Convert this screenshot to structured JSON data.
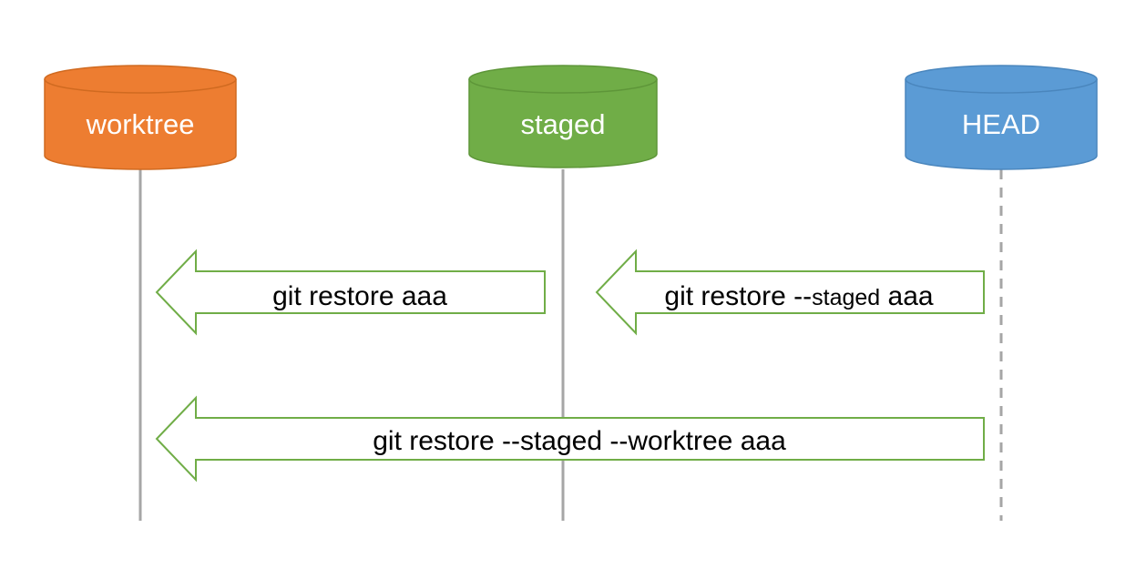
{
  "nodes": {
    "worktree": {
      "label": "worktree",
      "color": "#ED7D31",
      "stroke": "#D06A20"
    },
    "staged": {
      "label": "staged",
      "color": "#70AD47",
      "stroke": "#5E9639"
    },
    "head": {
      "label": "HEAD",
      "color": "#5B9BD5",
      "stroke": "#4A86BD"
    }
  },
  "lifeline_color": "#A6A6A6",
  "arrow_stroke": "#70AD47",
  "arrows": {
    "restore": {
      "text": "git restore aaa"
    },
    "restore_staged": {
      "prefix": "git restore --",
      "small": "staged",
      "suffix": " aaa"
    },
    "restore_both": {
      "text": "git restore --staged --worktree aaa"
    }
  }
}
